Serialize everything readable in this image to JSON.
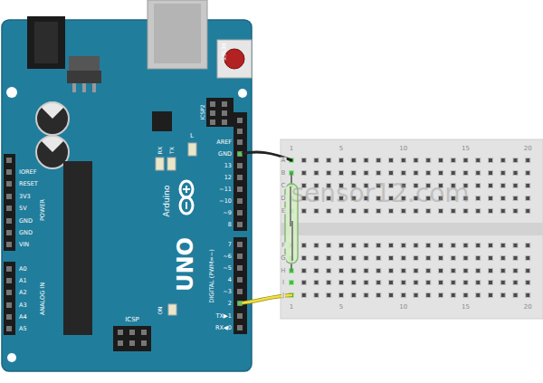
{
  "diagram": {
    "labels": [
      "RESET",
      "ICSP2",
      "L",
      "TX",
      "RX",
      "AREF",
      "GND",
      "13",
      "12",
      "~11",
      "~10",
      "~9",
      "8",
      "7",
      "~6",
      "~5",
      "4",
      "~3",
      "2",
      "TX▶1",
      "RX◀0",
      "DIGITAL (PWM=~)",
      "Arduino",
      "UNO",
      "ON",
      "ICSP",
      "IOREF",
      "RESET",
      "3V3",
      "5V",
      "GND",
      "GND",
      "VIN",
      "POWER",
      "A0",
      "A1",
      "A2",
      "A3",
      "A4",
      "A5",
      "ANALOG IN",
      "1",
      "5",
      "10",
      "15",
      "20",
      "A",
      "B",
      "C",
      "D",
      "E",
      "F",
      "G",
      "H",
      "I",
      "J",
      "1",
      "5",
      "10",
      "15",
      "20",
      "sensor12.com"
    ]
  }
}
